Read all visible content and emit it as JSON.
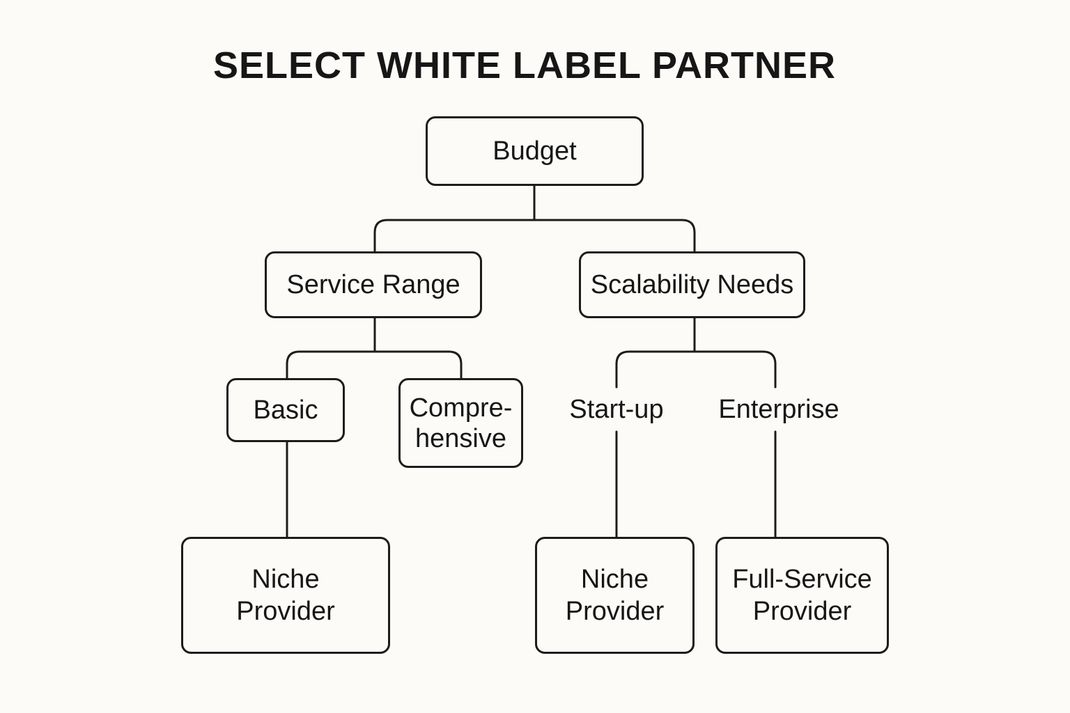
{
  "title": "SELECT WHITE LABEL PARTNER",
  "nodes": {
    "budget": "Budget",
    "service_range": "Service Range",
    "scalability_needs": "Scalability Needs",
    "basic": "Basic",
    "comprehensive_line1": "Compre-",
    "comprehensive_line2": "hensive",
    "startup": "Start-up",
    "enterprise": "Enterprise",
    "niche_left_line1": "Niche",
    "niche_left_line2": "Provider",
    "niche_right_line1": "Niche",
    "niche_right_line2": "Provider",
    "full_service_line1": "Full-Service",
    "full_service_line2": "Provider"
  },
  "colors": {
    "background": "#fcfbf7",
    "stroke": "#1c1c1c",
    "text": "#161616"
  }
}
